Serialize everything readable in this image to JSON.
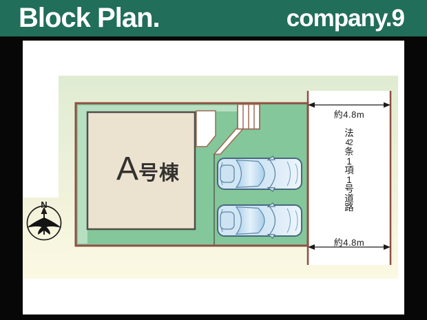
{
  "header": {
    "title": "Block Plan.",
    "brand": "company.9"
  },
  "plan": {
    "building": {
      "full_name": "A号棟",
      "label_large": "A",
      "label_small": "号棟"
    },
    "road": {
      "full_label": "法42条1項1号道路",
      "label_chars": [
        "法",
        "42",
        "条",
        "1",
        "項",
        "1",
        "号",
        "道",
        "路"
      ],
      "width_top": "約4.8m",
      "width_bottom": "約4.8m"
    },
    "parking": {
      "car_count": 2
    },
    "compass": {
      "label": "N"
    }
  },
  "colors": {
    "header_teal": "#216e5a",
    "frame_black": "#070707",
    "parcel_green": "#83c79a",
    "parcel_light_green": "#b7dfc1",
    "border_brown": "#8e4f41",
    "building_beige": "#ebe2d0",
    "road_white": "#ffffff",
    "car_blue": "#cfe4f4",
    "text_dark": "#1b1b1b"
  }
}
